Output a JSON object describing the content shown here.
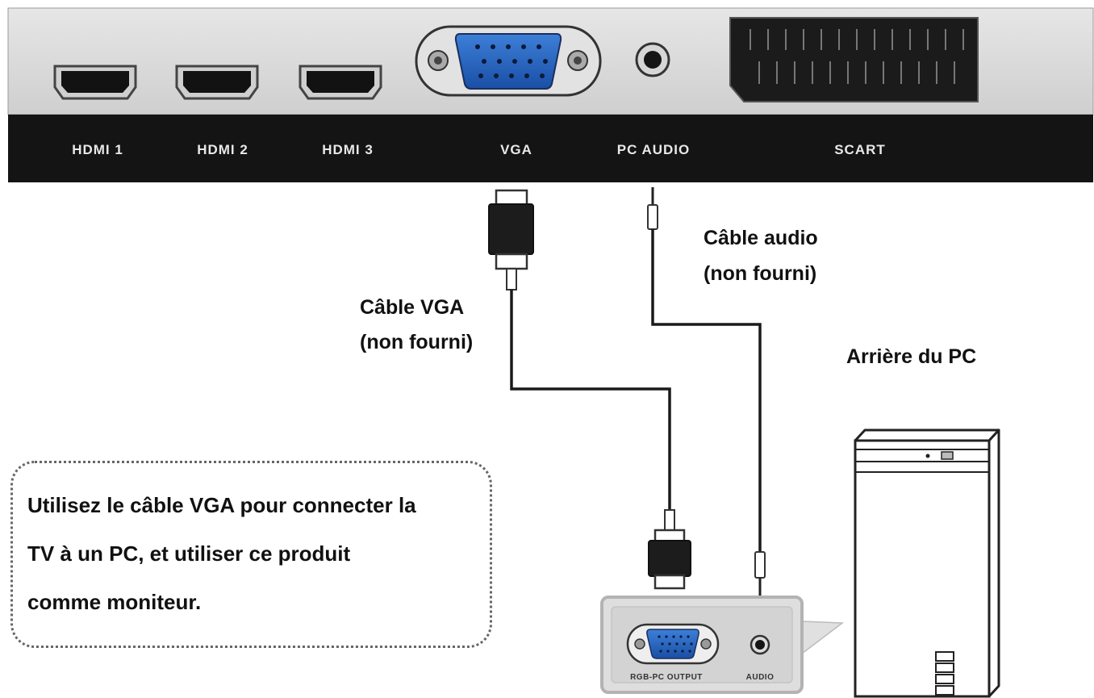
{
  "tv_panel": {
    "ports": [
      {
        "label": "HDMI 1"
      },
      {
        "label": "HDMI 2"
      },
      {
        "label": "HDMI 3"
      },
      {
        "label": "VGA"
      },
      {
        "label": "PC AUDIO"
      },
      {
        "label": "SCART"
      }
    ]
  },
  "labels": {
    "vga_cable_line1": "Câble VGA",
    "vga_cable_line2": "(non fourni)",
    "audio_cable_line1": "Câble audio",
    "audio_cable_line2": "(non fourni)",
    "pc_rear": "Arrière du PC"
  },
  "pc_panel": {
    "rgb_output": "RGB-PC OUTPUT",
    "audio": "AUDIO"
  },
  "note": {
    "line1": "Utilisez le câble VGA pour connecter la",
    "line2": "TV à un PC, et utiliser ce produit",
    "line3": "comme moniteur."
  }
}
